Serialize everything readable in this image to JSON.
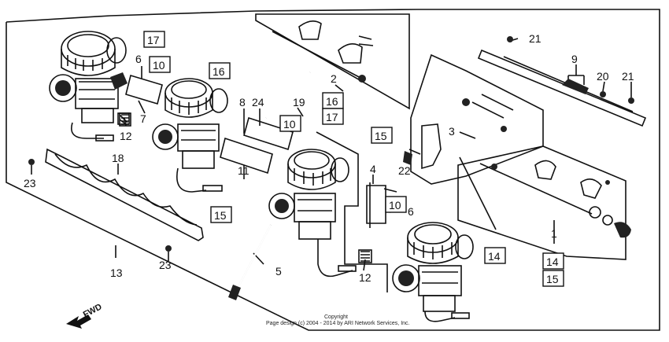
{
  "labels_plain": [
    {
      "id": "l21a",
      "text": "21"
    },
    {
      "id": "l9",
      "text": "9"
    },
    {
      "id": "l20",
      "text": "20"
    },
    {
      "id": "l21b",
      "text": "21"
    },
    {
      "id": "l6a",
      "text": "6"
    },
    {
      "id": "l7",
      "text": "7"
    },
    {
      "id": "l12a",
      "text": "12"
    },
    {
      "id": "l8",
      "text": "8"
    },
    {
      "id": "l24",
      "text": "24"
    },
    {
      "id": "l2",
      "text": "2"
    },
    {
      "id": "l19",
      "text": "19"
    },
    {
      "id": "l3",
      "text": "3"
    },
    {
      "id": "l18",
      "text": "18"
    },
    {
      "id": "l11",
      "text": "11"
    },
    {
      "id": "l23a",
      "text": "23"
    },
    {
      "id": "l22",
      "text": "22"
    },
    {
      "id": "l4",
      "text": "4"
    },
    {
      "id": "l6b",
      "text": "6"
    },
    {
      "id": "l1",
      "text": "1"
    },
    {
      "id": "l13",
      "text": "13"
    },
    {
      "id": "l23b",
      "text": "23"
    },
    {
      "id": "l5",
      "text": "5"
    },
    {
      "id": "l12b",
      "text": "12"
    }
  ],
  "labels_boxed": [
    {
      "id": "b17a",
      "text": "17"
    },
    {
      "id": "b10a",
      "text": "10"
    },
    {
      "id": "b16a",
      "text": "16"
    },
    {
      "id": "b16b",
      "text": "16"
    },
    {
      "id": "b17b",
      "text": "17"
    },
    {
      "id": "b10b",
      "text": "10"
    },
    {
      "id": "b15a",
      "text": "15"
    },
    {
      "id": "b15b",
      "text": "15"
    },
    {
      "id": "b10c",
      "text": "10"
    },
    {
      "id": "b14a",
      "text": "14"
    },
    {
      "id": "b14b",
      "text": "14"
    },
    {
      "id": "b15c",
      "text": "15"
    }
  ],
  "fwd_label": "FWD",
  "copyright_line1": "Copyright",
  "copyright_line2": "Page design (c) 2004 - 2014 by ARI Network Services, Inc."
}
